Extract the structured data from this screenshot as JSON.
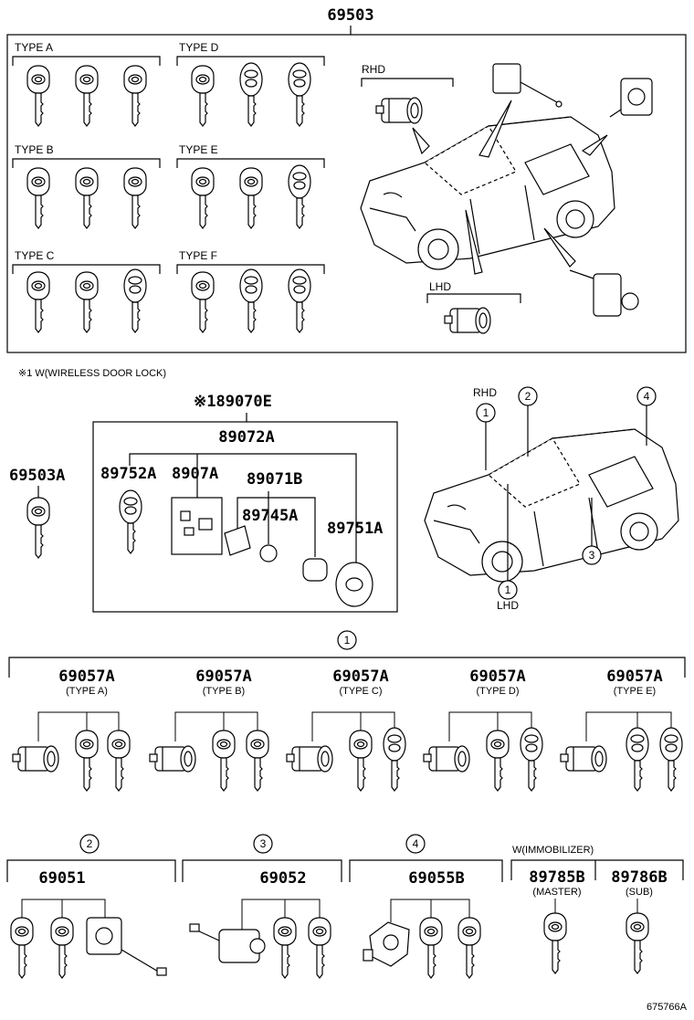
{
  "diagram": {
    "top_part": "69503",
    "types": [
      "TYPE A",
      "TYPE B",
      "TYPE C",
      "TYPE D",
      "TYPE E",
      "TYPE F"
    ],
    "rhd_label": "RHD",
    "lhd_label": "LHD",
    "footnote": "※1 W(WIRELESS DOOR LOCK)",
    "kit": {
      "group": "※189070E",
      "sub": "89072A",
      "key": "89752A",
      "board": "8907A",
      "cover": "89071B",
      "battery": "89745A",
      "case": "89751A"
    },
    "single_key": "69503A",
    "car2": {
      "rhd": "RHD",
      "lhd": "LHD",
      "callouts": [
        "1",
        "2",
        "4",
        "3",
        "1"
      ]
    },
    "row1": {
      "marker": "1",
      "sets": [
        {
          "part": "69057A",
          "type": "(TYPE A)"
        },
        {
          "part": "69057A",
          "type": "(TYPE B)"
        },
        {
          "part": "69057A",
          "type": "(TYPE C)"
        },
        {
          "part": "69057A",
          "type": "(TYPE D)"
        },
        {
          "part": "69057A",
          "type": "(TYPE E)"
        }
      ]
    },
    "row2": {
      "groups": [
        {
          "marker": "2",
          "part": "69051"
        },
        {
          "marker": "3",
          "part": "69052"
        },
        {
          "marker": "4",
          "part": "69055B"
        }
      ],
      "immobilizer": "W(IMMOBILIZER)",
      "master": {
        "part": "89785B",
        "label": "(MASTER)"
      },
      "sub": {
        "part": "89786B",
        "label": "(SUB)"
      }
    },
    "drawing_no": "675766A"
  }
}
